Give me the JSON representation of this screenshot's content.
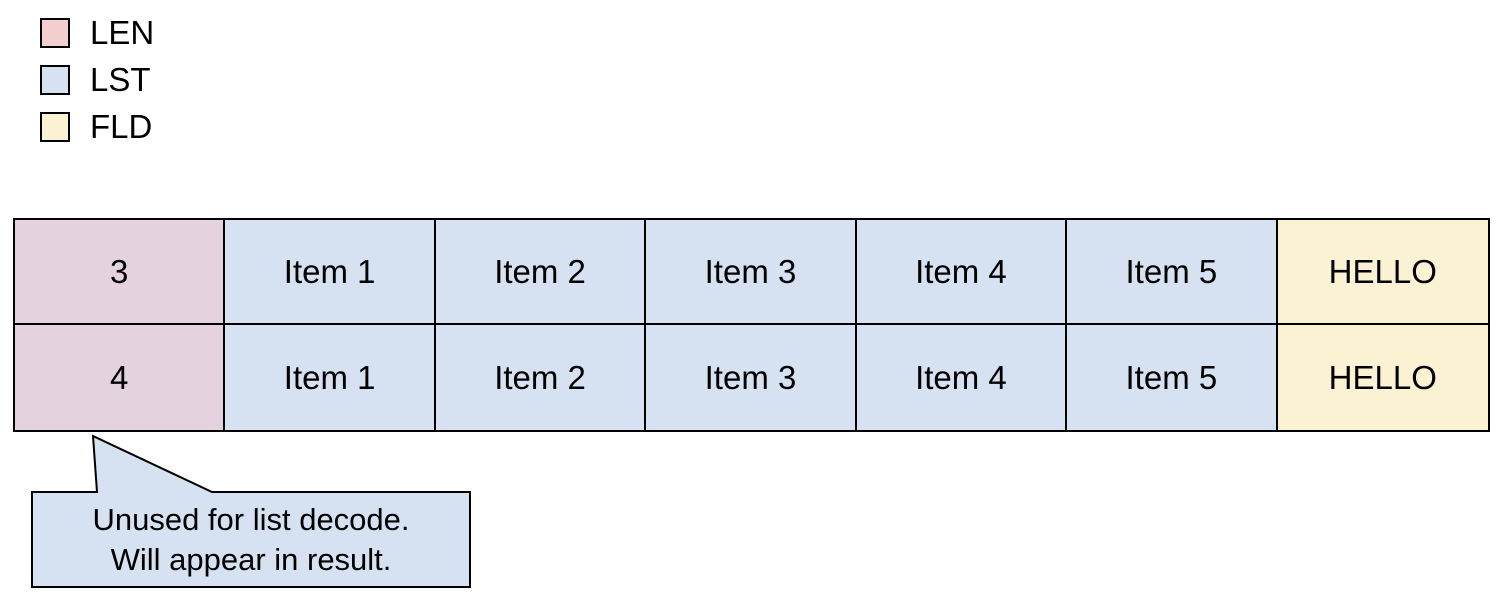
{
  "legend": {
    "items": [
      {
        "label": "LEN",
        "color": "#f2cecf"
      },
      {
        "label": "LST",
        "color": "#d6e2f1"
      },
      {
        "label": "FLD",
        "color": "#fbf1d3"
      }
    ]
  },
  "table": {
    "rows": [
      {
        "cells": [
          {
            "text": "3",
            "type": "LEN"
          },
          {
            "text": "Item 1",
            "type": "LST"
          },
          {
            "text": "Item 2",
            "type": "LST"
          },
          {
            "text": "Item 3",
            "type": "LST"
          },
          {
            "text": "Item 4",
            "type": "LST"
          },
          {
            "text": "Item 5",
            "type": "LST"
          },
          {
            "text": "HELLO",
            "type": "FLD"
          }
        ]
      },
      {
        "cells": [
          {
            "text": "4",
            "type": "LEN"
          },
          {
            "text": "Item 1",
            "type": "LST"
          },
          {
            "text": "Item 2",
            "type": "LST"
          },
          {
            "text": "Item 3",
            "type": "LST"
          },
          {
            "text": "Item 4",
            "type": "LST"
          },
          {
            "text": "Item 5",
            "type": "LST"
          },
          {
            "text": "HELLO",
            "type": "FLD"
          }
        ]
      }
    ]
  },
  "callout": {
    "line1": "Unused for list decode.",
    "line2": "Will appear in result."
  },
  "colors": {
    "len_swatch": "#f2cecf",
    "len_cell": "#e4d2de",
    "lst": "#d6e2f1",
    "fld": "#fbf1d3",
    "border": "#000000",
    "canvas": "#ffffff"
  }
}
